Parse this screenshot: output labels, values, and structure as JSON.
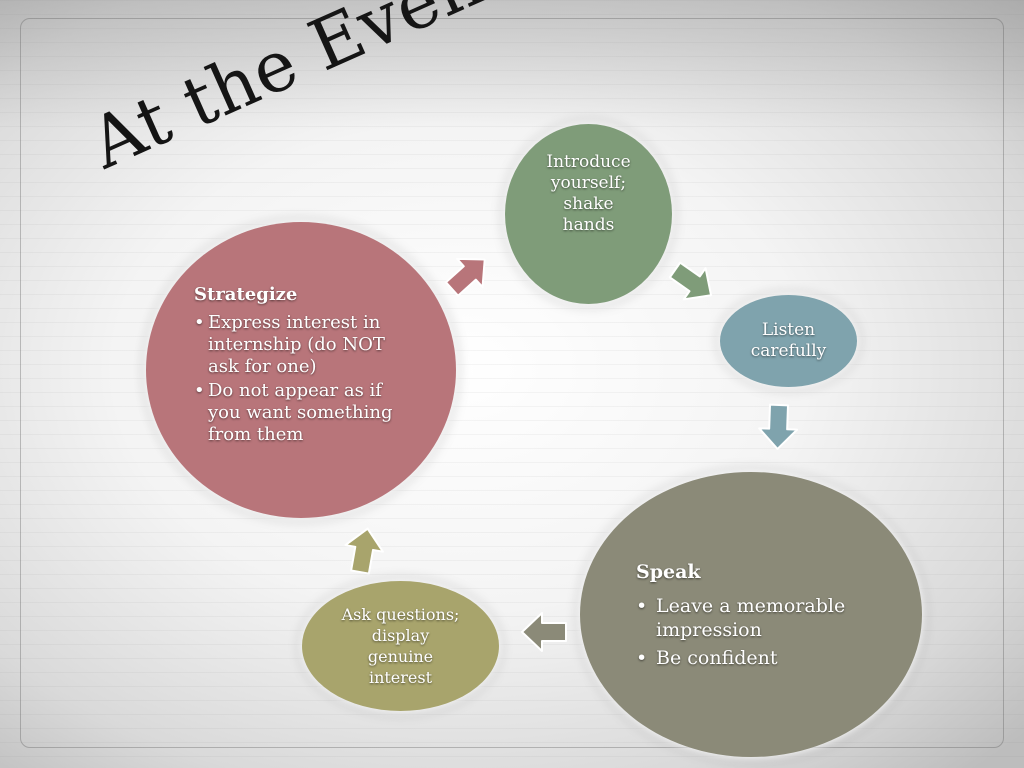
{
  "slide": {
    "title": "At the Event"
  },
  "diagram": {
    "nodes": {
      "strategize": {
        "heading": "Strategize",
        "bullets": [
          "Express interest in internship (do NOT ask for one)",
          "Do not appear as if you want something from them"
        ],
        "color": "#b8757a"
      },
      "introduce": {
        "label": "Introduce\nyourself;\nshake\nhands",
        "color": "#7f9c79"
      },
      "listen": {
        "label": "Listen\ncarefully",
        "color": "#7fa3ad"
      },
      "speak": {
        "heading": "Speak",
        "bullets": [
          "Leave a memorable impression",
          "Be confident"
        ],
        "color": "#8b8a78"
      },
      "ask": {
        "label": "Ask questions;\ndisplay\ngenuine\ninterest",
        "color": "#a8a46c"
      }
    },
    "arrow_colors": {
      "strategize_to_introduce": "#b8757a",
      "introduce_to_listen": "#7f9c79",
      "listen_to_speak": "#7fa3ad",
      "speak_to_ask": "#8b8a78",
      "ask_to_strategize": "#a8a46c"
    }
  }
}
